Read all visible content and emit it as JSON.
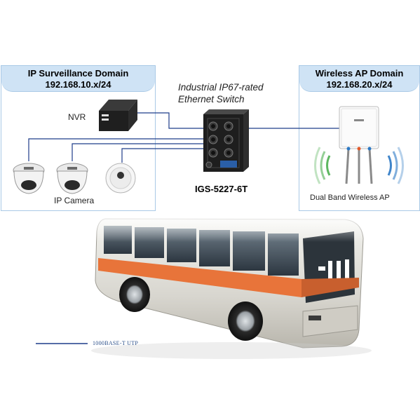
{
  "surveillance_domain": {
    "title": "IP Surveillance Domain",
    "subnet": "192.168.10.x/24",
    "nvr_label": "NVR",
    "camera_label": "IP Camera"
  },
  "wireless_domain": {
    "title": "Wireless AP Domain",
    "subnet": "192.168.20.x/24",
    "ap_label": "Dual Band Wireless AP"
  },
  "switch": {
    "caption_line1": "Industrial IP67-rated",
    "caption_line2": "Ethernet Switch",
    "model": "IGS-5227-6T"
  },
  "legend": {
    "line_label": "1000BASE-T UTP",
    "line_color": "#1f3d8a"
  },
  "colors": {
    "domain_header": "#cfe3f5",
    "domain_border": "#a9c9e6",
    "link": "#1f3d8a",
    "bus_stripe": "#e8743a",
    "wifi_green": "#4caf50",
    "wifi_blue": "#2b78c4"
  }
}
